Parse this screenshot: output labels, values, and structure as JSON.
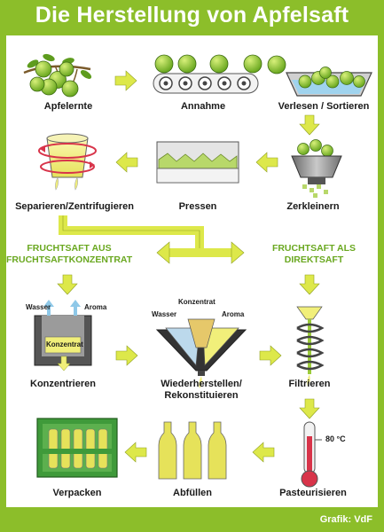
{
  "title": "Die Herstellung von Apfelsaft",
  "credit": "Grafik: VdF",
  "steps": {
    "apfelernte": "Apfelernte",
    "annahme": "Annahme",
    "verlesen": "Verlesen / Sortieren",
    "zerkleinern": "Zerkleinern",
    "pressen": "Pressen",
    "separieren": "Separieren/Zentrifugieren",
    "konzentrieren": "Konzentrieren",
    "wiederherstellen_1": "Wiederherstellen/",
    "wiederherstellen_2": "Rekonstituieren",
    "filtrieren": "Filtrieren",
    "pasteurisieren": "Pasteurisieren",
    "abfuellen": "Abfüllen",
    "verpacken": "Verpacken"
  },
  "branches": {
    "konzentrat_1": "FRUCHTSAFT AUS",
    "konzentrat_2": "FRUCHTSAFTKONZENTRAT",
    "direkt_1": "FRUCHTSAFT ALS",
    "direkt_2": "DIREKTSAFT"
  },
  "annotations": {
    "wasser": "Wasser",
    "aroma": "Aroma",
    "konzentrat": "Konzentrat",
    "wasser_2": "Wasser",
    "konzentrat_2": "Konzentrat",
    "aroma_2": "Aroma",
    "temperature": "80 °C"
  },
  "colors": {
    "brand_green": "#8cbe2a",
    "arrow_yellow": "#dde84a",
    "apple_green": "#9ccc3a",
    "juice_yellow": "#f1ef7a",
    "text_green": "#6aa820"
  }
}
